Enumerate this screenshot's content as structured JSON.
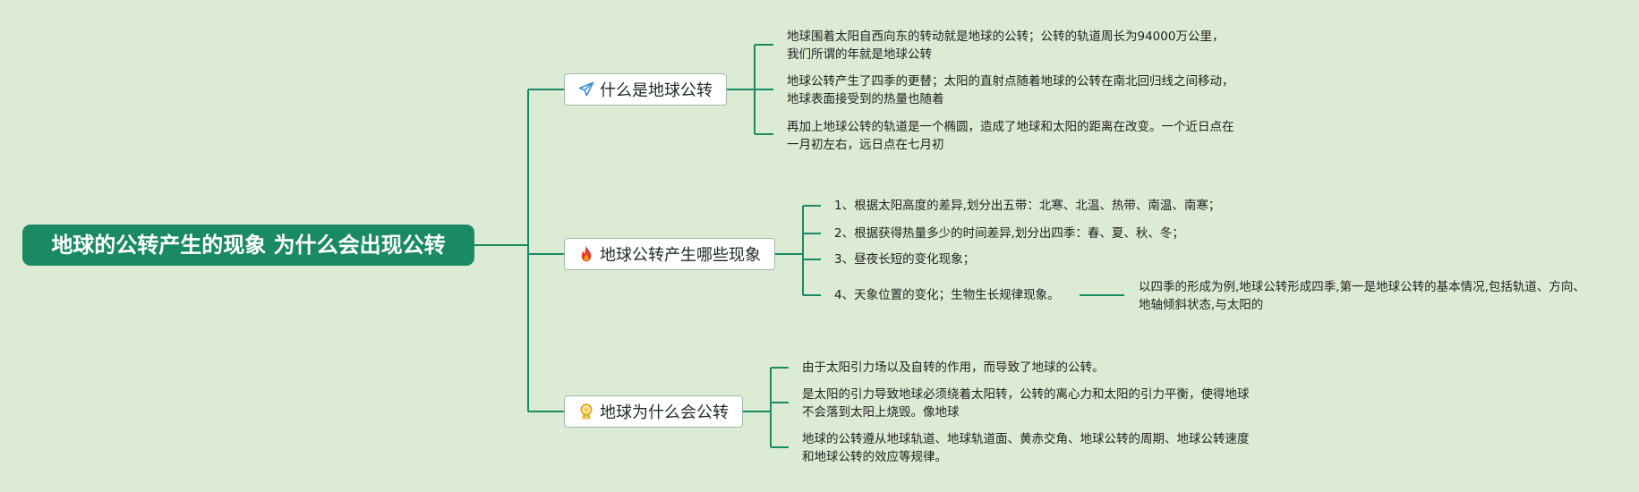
{
  "root": {
    "title": "地球的公转产生的现象 为什么会出现公转"
  },
  "branches": [
    {
      "label": "什么是地球公转",
      "icon": "paper-plane-icon",
      "items": [
        "地球围着太阳自西向东的转动就是地球的公转；公转的轨道周长为94000万公里，我们所谓的年就是地球公转",
        "地球公转产生了四季的更替；太阳的直射点随着地球的公转在南北回归线之间移动，地球表面接受到的热量也随着",
        "再加上地球公转的轨道是一个椭圆，造成了地球和太阳的距离在改变。一个近日点在一月初左右，远日点在七月初"
      ]
    },
    {
      "label": "地球公转产生哪些现象",
      "icon": "fire-icon",
      "items": [
        "1、根据太阳高度的差异,划分出五带：北寒、北温、热带、南温、南寒；",
        "2、根据获得热量多少的时间差异,划分出四季：春、夏、秋、冬；",
        "3、昼夜长短的变化现象；",
        "4、天象位置的变化；生物生长规律现象。"
      ],
      "sub_item": "以四季的形成为例,地球公转形成四季,第一是地球公转的基本情况,包括轨道、方向、地轴倾斜状态,与太阳的"
    },
    {
      "label": "地球为什么会公转",
      "icon": "award-ribbon-icon",
      "items": [
        "由于太阳引力场以及自转的作用，而导致了地球的公转。",
        "是太阳的引力导致地球必须绕着太阳转，公转的离心力和太阳的引力平衡，使得地球不会落到太阳上烧毁。像地球",
        "地球的公转遵从地球轨道、地球轨道面、黄赤交角、地球公转的周期、地球公转速度和地球公转的效应等规律。"
      ]
    }
  ],
  "colors": {
    "background": "#dcebd4",
    "root_fill": "#1a8a64",
    "connector": "#1a8a64",
    "branch_border": "#9fb7ab"
  }
}
